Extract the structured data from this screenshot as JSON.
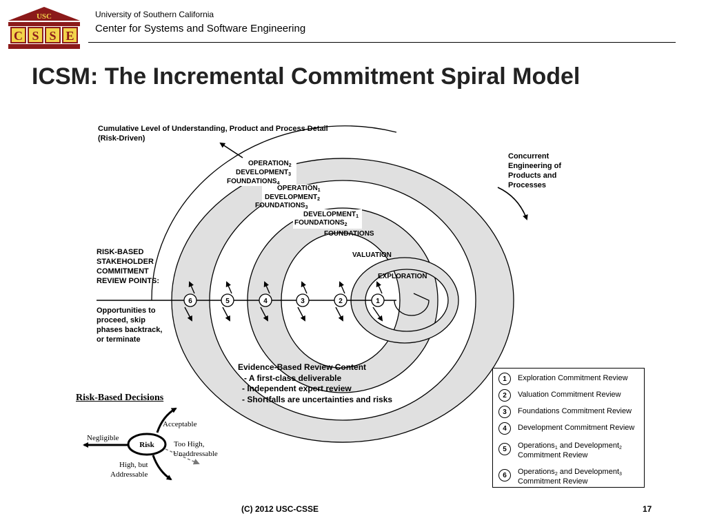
{
  "header": {
    "logo_text": "USC",
    "logo_letters": [
      "C",
      "S",
      "S",
      "E"
    ],
    "university": "University of Southern California",
    "center": "Center for Systems and Software Engineering",
    "title": "ICSM: The Incremental Commitment Spiral Model"
  },
  "spiral": {
    "cumulative_label": "Cumulative Level of Understanding, Product and Process Detail (Risk-Driven)",
    "concurrent_label": "Concurrent Engineering of Products and Processes",
    "review_points_label": "RISK-BASED STAKEHOLDER COMMITMENT REVIEW POINTS:",
    "opportunities_label": "Opportunities to proceed, skip phases backtrack, or terminate",
    "evidence": {
      "title": "Evidence-Based Review Content",
      "lines": [
        "- A first-class deliverable",
        "- Independent expert review",
        "- Shortfalls are uncertainties and risks"
      ]
    },
    "phase_labels": {
      "operation2": "OPERATION",
      "operation2_sub": "2",
      "development3": "DEVELOPMENT",
      "development3_sub": "3",
      "foundations4": "FOUNDATIONS",
      "foundations4_sub": "4",
      "operation1": "OPERATION",
      "operation1_sub": "1",
      "development2": "DEVELOPMENT",
      "development2_sub": "2",
      "foundations3": "FOUNDATIONS",
      "foundations3_sub": "3",
      "development1": "DEVELOPMENT",
      "development1_sub": "1",
      "foundations2": "FOUNDATIONS",
      "foundations2_sub": "2",
      "foundations": "FOUNDATIONS",
      "valuation": "VALUATION",
      "exploration": "EXPLORATION"
    },
    "review_points": [
      "6",
      "5",
      "4",
      "3",
      "2",
      "1"
    ]
  },
  "risk_decisions": {
    "title": "Risk-Based Decisions",
    "center": "Risk",
    "acceptable": "Acceptable",
    "negligible": "Negligible",
    "too_high": "Too High,",
    "unaddressable": "Unaddressable",
    "high_but": "High, but",
    "addressable": "Addressable"
  },
  "legend": [
    {
      "num": "1",
      "text": "Exploration Commitment Review"
    },
    {
      "num": "2",
      "text": "Valuation Commitment Review"
    },
    {
      "num": "3",
      "text": "Foundations Commitment Review"
    },
    {
      "num": "4",
      "text": "Development Commitment Review"
    },
    {
      "num": "5",
      "a": "Operations",
      "a_sub": "1",
      "b": " and Development",
      "b_sub": "2",
      "c": "Commitment Review"
    },
    {
      "num": "6",
      "a": "Operations",
      "a_sub": "2",
      "b": " and Development",
      "b_sub": "3",
      "c": "Commitment Review"
    }
  ],
  "footer": {
    "copyright": "(C) 2012 USC-CSSE",
    "page": "17"
  },
  "colors": {
    "band": "#e0e0e0",
    "logo_brown": "#8b1a1a",
    "logo_gold": "#f2d34a"
  }
}
